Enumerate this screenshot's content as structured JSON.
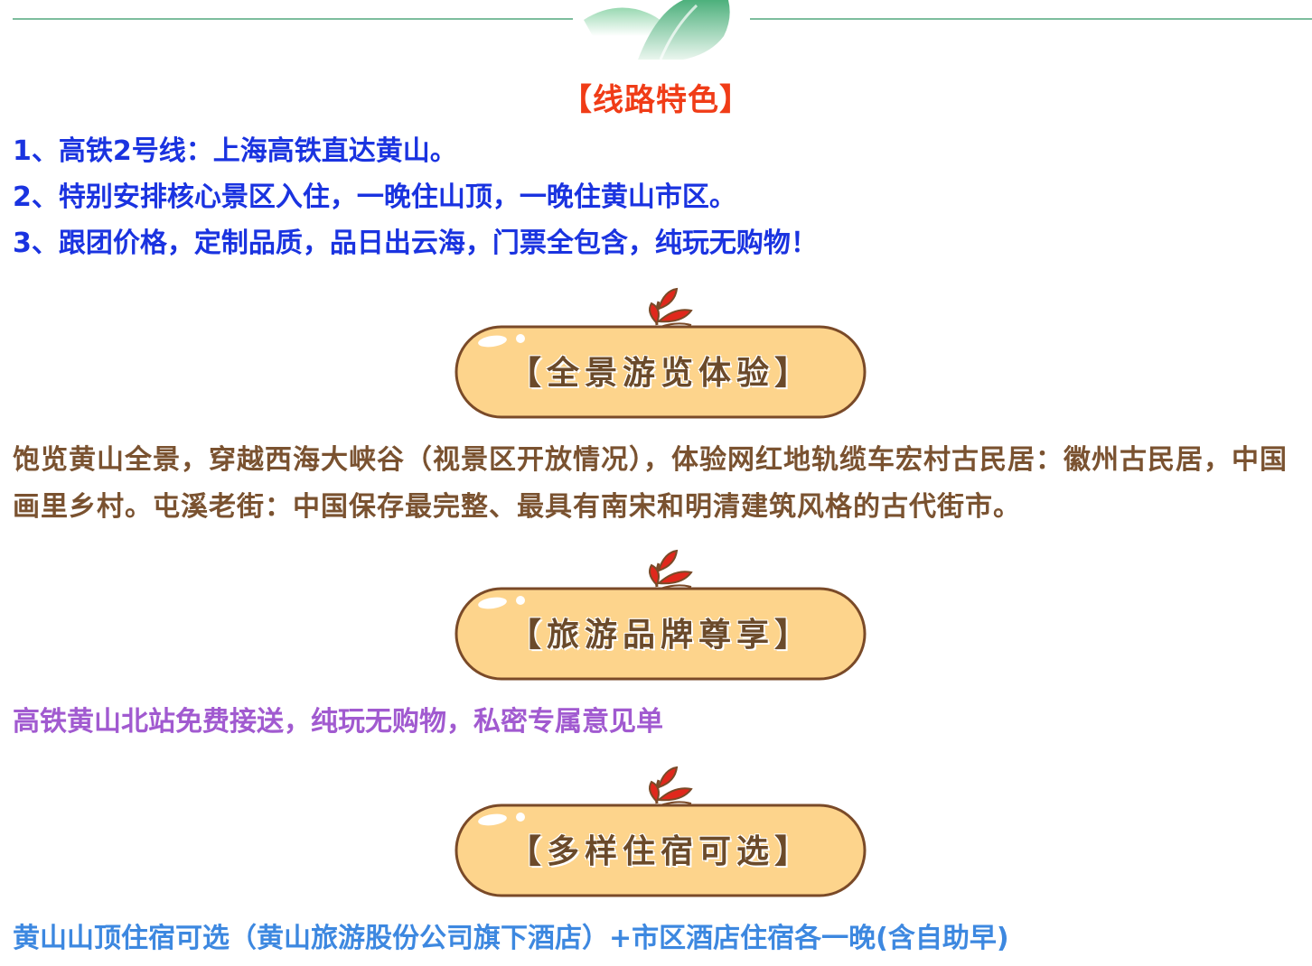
{
  "header": {
    "icon": "mountain-icon",
    "line_color": "#7dbd9d"
  },
  "features": {
    "title": "【线路特色】",
    "title_color": "#f03c17",
    "items": [
      "1、高铁2号线：上海高铁直达黄山。",
      "2、特别安排核心景区入住，一晚住山顶，一晚住黄山市区。",
      "3、跟团价格，定制品质，品日出云海，门票全包含，纯玩无购物！"
    ],
    "item_color": "#1a33e0"
  },
  "sections": [
    {
      "icon": "leaf-icon",
      "heading": "【全景游览体验】",
      "body": "饱览黄山全景，穿越西海大峡谷（视景区开放情况），体验网红地轨缆车宏村古民居：徽州古民居，中国画里乡村。屯溪老街：中国保存最完整、最具有南宋和明清建筑风格的古代街市。",
      "body_color": "#7a5230"
    },
    {
      "icon": "leaf-icon",
      "heading": "【旅游品牌尊享】",
      "body": "高铁黄山北站免费接送，纯玩无购物，私密专属意见单",
      "body_color": "#a15ad0"
    },
    {
      "icon": "leaf-icon",
      "heading": "【多样住宿可选】",
      "body": "黄山山顶住宿可选（黄山旅游股份公司旗下酒店）+市区酒店住宿各一晚(含自助早)",
      "body_color": "#3d88e0"
    }
  ],
  "banner_colors": {
    "fill": "#fdd48c",
    "outline": "#7a4a28",
    "leaf": "#e0281c"
  }
}
